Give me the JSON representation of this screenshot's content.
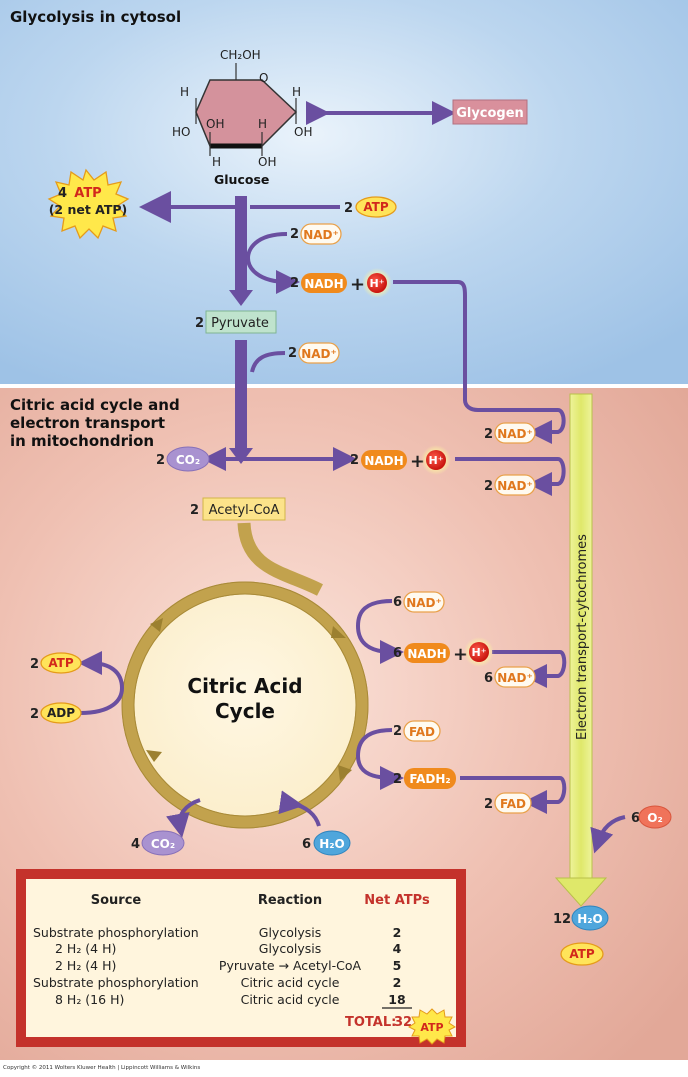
{
  "sections": {
    "glycolysis_title": "Glycolysis in cytosol",
    "mito_title_1": "Citric acid cycle and",
    "mito_title_2": "electron transport",
    "mito_title_3": "in mitochondrion"
  },
  "glucose": {
    "label": "Glucose",
    "ch2oh": "CH₂OH",
    "ring_o": "O",
    "h": "H",
    "oh": "OH",
    "ho": "HO"
  },
  "molecules": {
    "glycogen": "Glycogen",
    "pyruvate": "Pyruvate",
    "acetyl_coa": "Acetyl-CoA",
    "atp": "ATP",
    "adp": "ADP",
    "nad": "NAD⁺",
    "nadh": "NADH",
    "h_plus": "H⁺",
    "co2": "CO₂",
    "h2o": "H₂O",
    "o2": "O₂",
    "fad": "FAD",
    "fadh2": "FADH₂",
    "plus": "+"
  },
  "coefficients": {
    "two": "2",
    "four": "4",
    "six": "6",
    "twelve": "12"
  },
  "atp_starburst": {
    "count": "4",
    "net": "(2 net ATP)"
  },
  "cycle": {
    "line1": "Citric Acid",
    "line2": "Cycle"
  },
  "electron_transport_label": "Electron transport-cytochromes",
  "table": {
    "headers": [
      "Source",
      "Reaction",
      "Net ATPs"
    ],
    "rows": [
      {
        "source": "Substrate phosphorylation",
        "reaction": "Glycolysis",
        "atps": "2"
      },
      {
        "source": "2 H₂ (4 H)",
        "reaction": "Glycolysis",
        "atps": "4"
      },
      {
        "source": "2 H₂ (4 H)",
        "reaction": "Pyruvate → Acetyl-CoA",
        "atps": "5"
      },
      {
        "source": "Substrate phosphorylation",
        "reaction": "Citric acid cycle",
        "atps": "2"
      },
      {
        "source": "8 H₂ (16 H)",
        "reaction": "Citric acid cycle",
        "atps": "18"
      }
    ],
    "total_label": "TOTAL:",
    "total_value": "32"
  },
  "copyright": "Copyright © 2011 Wolters Kluwer Health | Lippincott Williams & Wilkins",
  "colors": {
    "cytosol_blue": "#a9c9e8",
    "mito_salmon": "#e9b5a6",
    "arrow_purple": "#6a4fa0",
    "cycle_gold": "#c2a24d",
    "nadh_orange": "#f08a1c",
    "atp_yellow": "#ffe45a",
    "table_border": "#c4322b",
    "et_bar": "#e8ef7a"
  }
}
